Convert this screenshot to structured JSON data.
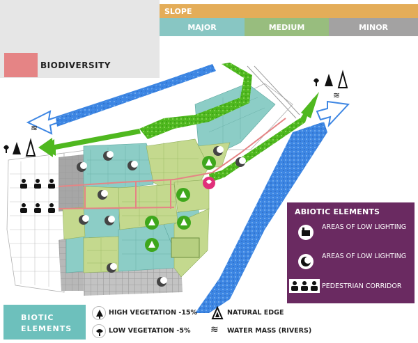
{
  "legend": {
    "slope_title": "SLOPE",
    "slope_major": "MAJOR",
    "slope_medium": "MEDIUM",
    "slope_minor": "MINOR",
    "biodiversity": "BIODIVERSITY"
  },
  "abiotic": {
    "title": "ABIOTIC ELEMENTS",
    "items": [
      {
        "icon": "factory-icon",
        "label": "AREAS OF LOW LIGHTING"
      },
      {
        "icon": "moon-icon",
        "label": "AREAS OF LOW LIGHTING"
      },
      {
        "icon": "pedestrians-icon",
        "label": "PEDESTRIAN CORRIDOR"
      }
    ]
  },
  "biotic": {
    "title": "BIOTIC ELEMENTS",
    "items": [
      {
        "icon": "tree-icon",
        "label": "HIGH VEGETATION -15%"
      },
      {
        "icon": "natural-edge-icon",
        "label": "NATURAL EDGE"
      },
      {
        "icon": "flower-icon",
        "label": "LOW VEGETATION -5%"
      },
      {
        "icon": "water-wave-icon",
        "label": "WATER MASS (RIVERS)"
      }
    ]
  },
  "colors": {
    "slope": "#e4ad59",
    "major": "#88c6c3",
    "medium": "#98bd7e",
    "minor": "#a3a2a2",
    "biodiversity": "#e58485",
    "abiotic": "#6a2a61",
    "river": "#3d86e3",
    "green_corridor": "#4fb81f"
  }
}
